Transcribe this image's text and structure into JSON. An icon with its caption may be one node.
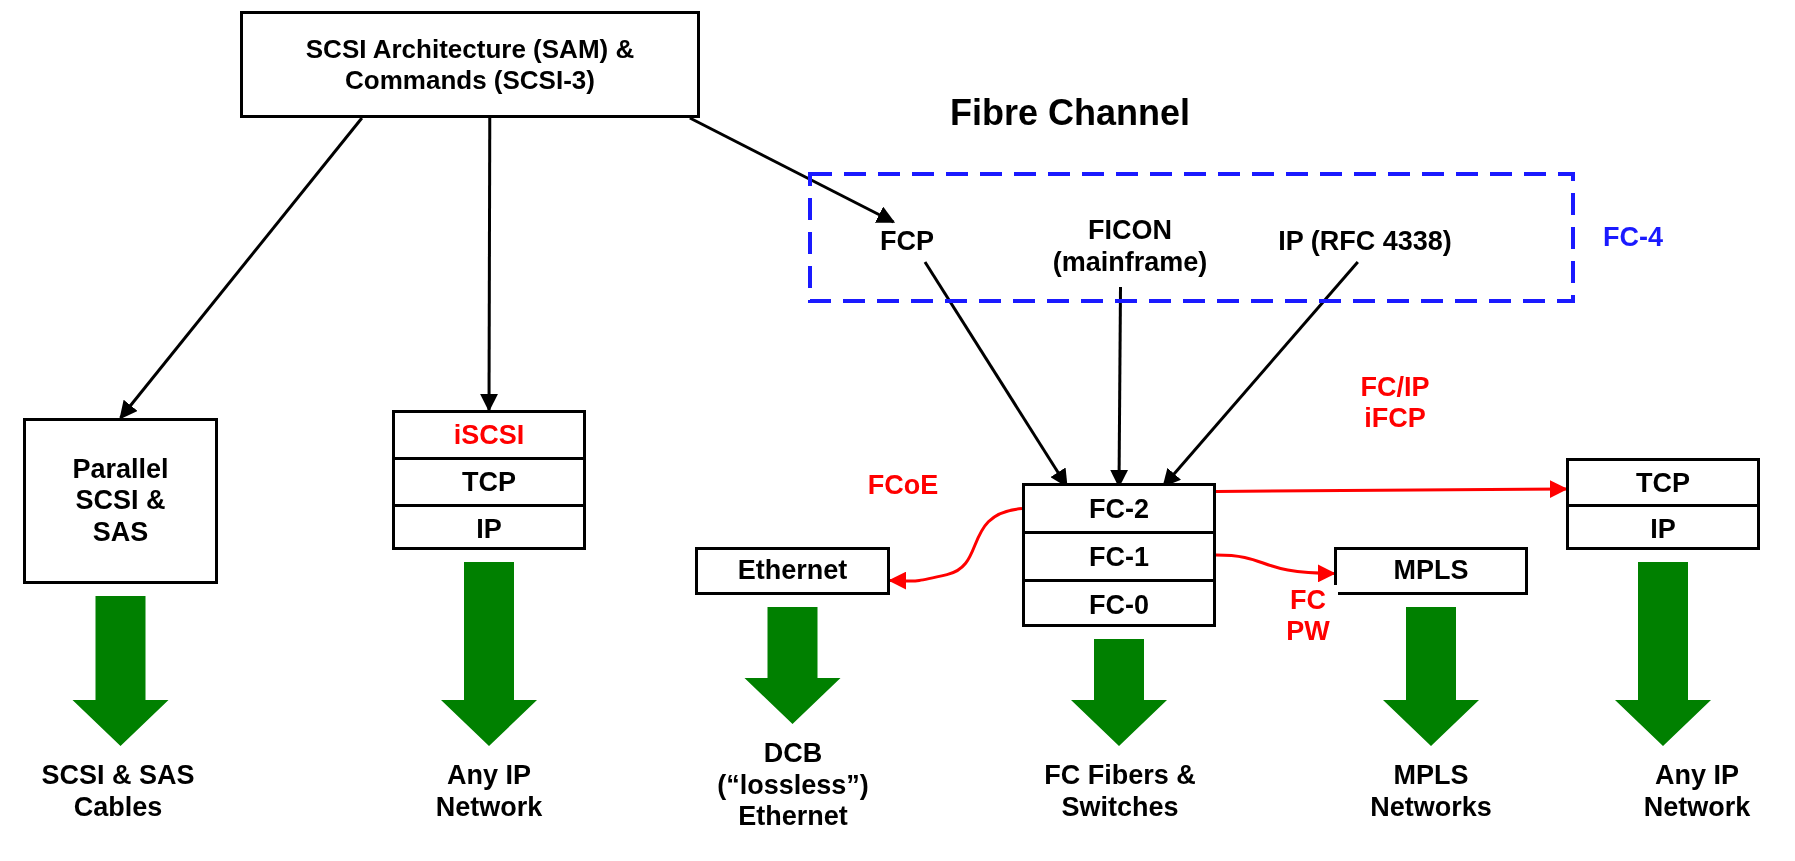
{
  "diagram": {
    "title": "Fibre Channel",
    "nodes": [
      {
        "text": [
          "SCSI Architecture (SAM) & Commands (SCSI-3)"
        ]
      },
      {
        "text": [
          "FC-4"
        ]
      },
      {
        "text": [
          "FCP"
        ],
        "in": 1
      },
      {
        "text": [
          "FICON (mainframe)"
        ],
        "in": 1
      },
      {
        "text": [
          "IP (RFC 4338)"
        ],
        "in": 1
      },
      {
        "text": [
          "Parallel SCSI & SAS"
        ]
      },
      {
        "text": [],
        "shape": "box"
      },
      {
        "text": [
          "iSCSI"
        ],
        "in": 6
      },
      {
        "text": [
          "TCP"
        ],
        "in": 6
      },
      {
        "text": [
          "IP"
        ],
        "in": 6
      },
      {
        "text": [],
        "shape": "box"
      },
      {
        "text": [
          "FC-2"
        ],
        "in": 10
      },
      {
        "text": [
          "FC-1"
        ],
        "in": 10
      },
      {
        "text": [
          "FC-0"
        ],
        "in": 10
      },
      {
        "text": [
          "Ethernet"
        ]
      },
      {
        "text": [
          "MPLS"
        ]
      },
      {
        "text": [],
        "shape": "box"
      },
      {
        "text": [
          "TCP"
        ],
        "in": 16
      },
      {
        "text": [
          "IP"
        ],
        "in": 16
      },
      {
        "text": [
          "SCSI & SAS Cables"
        ]
      },
      {
        "text": [
          "Any IP Network"
        ]
      },
      {
        "text": [
          "DCB (“lossless”) Ethernet"
        ]
      },
      {
        "text": [
          "FC Fibers & Switches"
        ]
      },
      {
        "text": [
          "MPLS Networks"
        ]
      },
      {
        "text": [
          "Any IP Network"
        ]
      }
    ],
    "edges": [
      {
        "from": 0,
        "to": 5,
        "arrow": "to"
      },
      {
        "from": 0,
        "to": 6,
        "arrow": "to"
      },
      {
        "from": 0,
        "to": 2,
        "arrow": "to"
      },
      {
        "from": 2,
        "to": 11,
        "arrow": "to"
      },
      {
        "from": 3,
        "to": 11,
        "arrow": "to"
      },
      {
        "from": 4,
        "to": 11,
        "arrow": "to"
      },
      {
        "from": 11,
        "to": 14,
        "arrow": "to",
        "label": "FCoE",
        "color": "#ff0000"
      },
      {
        "from": 11,
        "to": 17,
        "arrow": "to",
        "label": "FC/IP iFCP",
        "color": "#ff0000"
      },
      {
        "from": 12,
        "to": 15,
        "arrow": "to",
        "label": "FC PW",
        "color": "#ff0000"
      },
      {
        "from": 5,
        "to": 19,
        "arrow": "to",
        "style": "thick",
        "color": "#008000"
      },
      {
        "from": 6,
        "to": 20,
        "arrow": "to",
        "style": "thick",
        "color": "#008000"
      },
      {
        "from": 14,
        "to": 21,
        "arrow": "to",
        "style": "thick",
        "color": "#008000"
      },
      {
        "from": 10,
        "to": 22,
        "arrow": "to",
        "style": "thick",
        "color": "#008000"
      },
      {
        "from": 15,
        "to": 23,
        "arrow": "to",
        "style": "thick",
        "color": "#008000"
      },
      {
        "from": 16,
        "to": 24,
        "arrow": "to",
        "style": "thick",
        "color": "#008000"
      }
    ]
  }
}
